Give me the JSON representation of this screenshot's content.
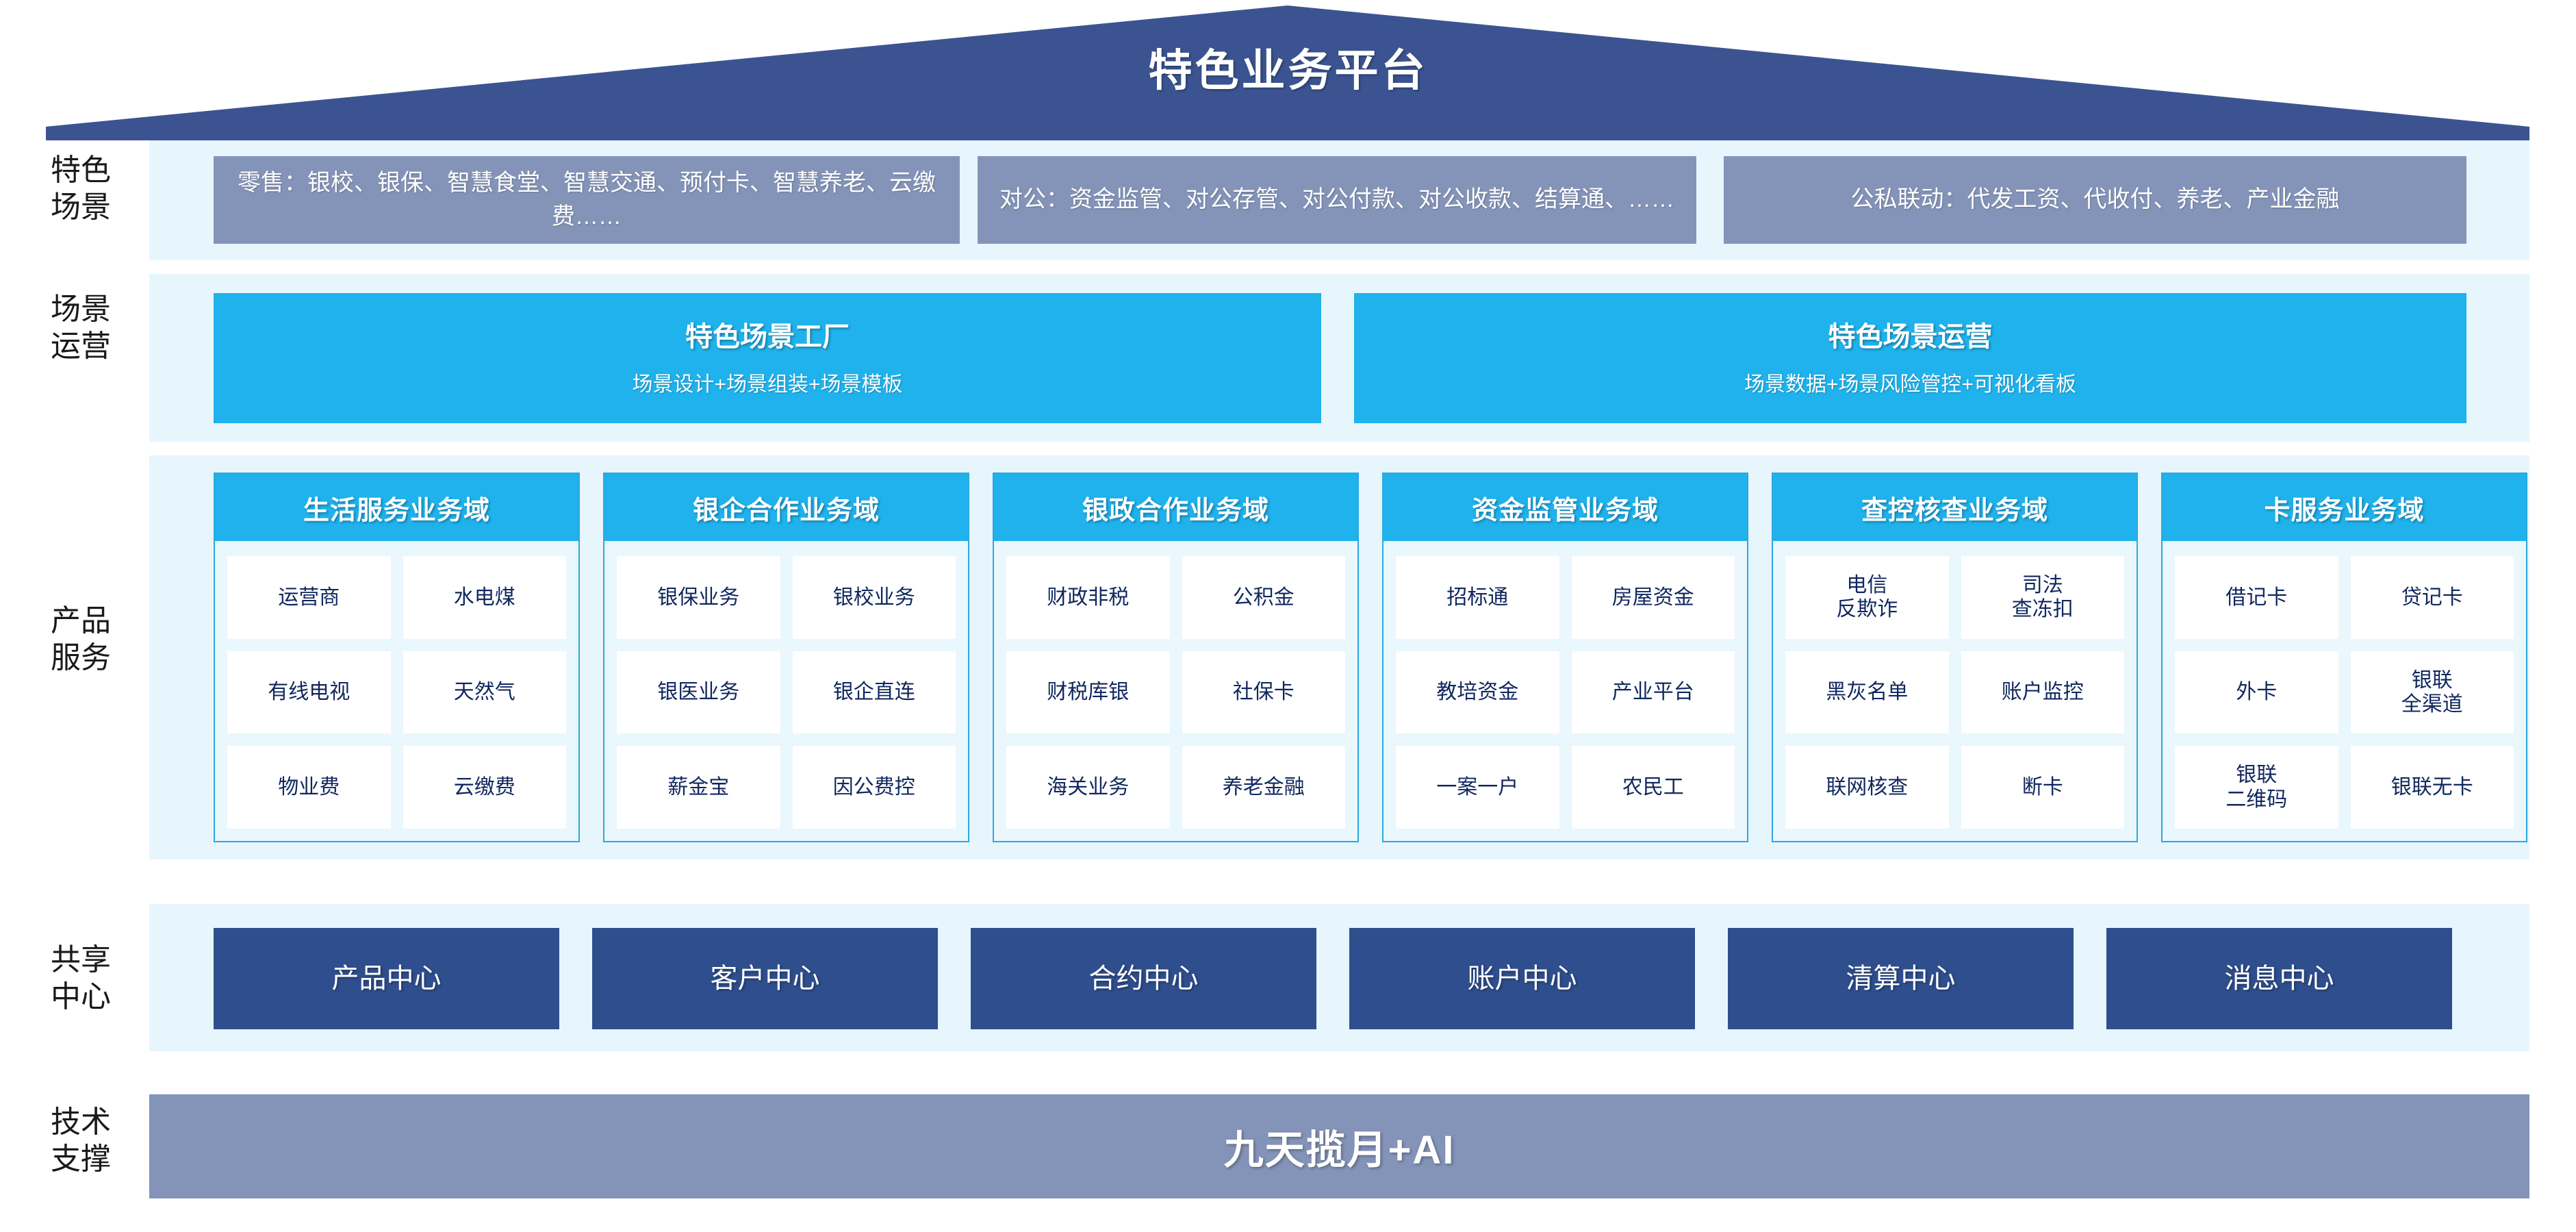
{
  "header": {
    "title": "特色业务平台",
    "banner_color": "#3b5491"
  },
  "rows": {
    "scenario_label": "特色\n场景",
    "operation_label": "场景\n运营",
    "product_label": "产品\n服务",
    "shared_label": "共享\n中心",
    "tech_label": "技术\n支撑"
  },
  "scenarios": [
    {
      "text": "零售：银校、银保、智慧食堂、智慧交通、预付卡、智慧养老、云缴费……"
    },
    {
      "text": "对公：资金监管、对公存管、对公付款、对公收款、结算通、……"
    },
    {
      "text": "公私联动：代发工资、代收付、养老、产业金融"
    }
  ],
  "operations": [
    {
      "title": "特色场景工厂",
      "subtitle": "场景设计+场景组装+场景模板"
    },
    {
      "title": "特色场景运营",
      "subtitle": "场景数据+场景风险管控+可视化看板"
    }
  ],
  "domains": [
    {
      "title": "生活服务业务域",
      "items": [
        "运营商",
        "水电煤",
        "有线电视",
        "天然气",
        "物业费",
        "云缴费"
      ]
    },
    {
      "title": "银企合作业务域",
      "items": [
        "银保业务",
        "银校业务",
        "银医业务",
        "银企直连",
        "薪金宝",
        "因公费控"
      ]
    },
    {
      "title": "银政合作业务域",
      "items": [
        "财政非税",
        "公积金",
        "财税库银",
        "社保卡",
        "海关业务",
        "养老金融"
      ]
    },
    {
      "title": "资金监管业务域",
      "items": [
        "招标通",
        "房屋资金",
        "教培资金",
        "产业平台",
        "一案一户",
        "农民工"
      ]
    },
    {
      "title": "查控核查业务域",
      "items": [
        "电信\n反欺诈",
        "司法\n查冻扣",
        "黑灰名单",
        "账户监控",
        "联网核查",
        "断卡"
      ]
    },
    {
      "title": "卡服务业务域",
      "items": [
        "借记卡",
        "贷记卡",
        "外卡",
        "银联\n全渠道",
        "银联\n二维码",
        "银联无卡"
      ]
    }
  ],
  "shared_centers": [
    {
      "label": "产品中心"
    },
    {
      "label": "客户中心"
    },
    {
      "label": "合约中心"
    },
    {
      "label": "账户中心"
    },
    {
      "label": "清算中心"
    },
    {
      "label": "消息中心"
    }
  ],
  "tech_support": {
    "label": "九天揽月+AI"
  },
  "colors": {
    "dark_blue": "#2f4e8d",
    "banner_blue": "#3b5491",
    "cyan": "#1fb2ec",
    "slate": "#8494b9",
    "band": "#e7f5fd",
    "cell_text": "#10275e"
  }
}
